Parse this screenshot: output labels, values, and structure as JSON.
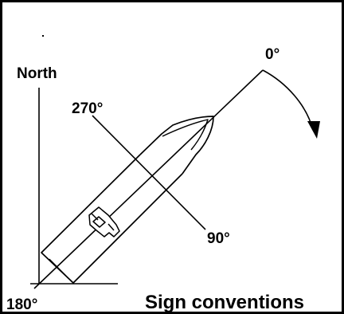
{
  "labels": {
    "north": "North",
    "heading_0": "0°",
    "heading_90": "90°",
    "heading_180": "180°",
    "heading_270": "270°"
  },
  "caption": "Sign conventions",
  "colors": {
    "ink": "#000000",
    "background": "#ffffff"
  },
  "icons": {
    "rotation_arrow": "clockwise-arc-arrow-icon",
    "vessel": "ship-outline-icon"
  }
}
